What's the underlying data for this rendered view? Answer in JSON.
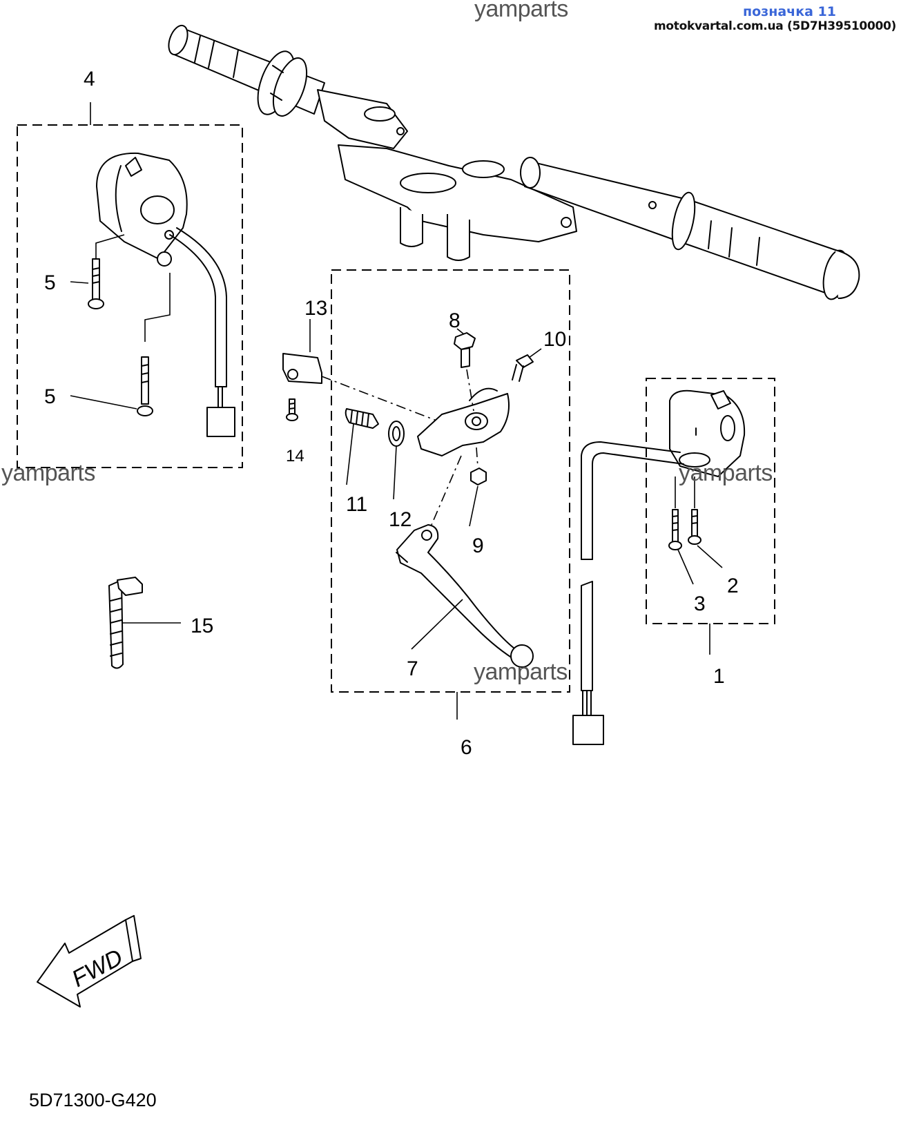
{
  "header": {
    "badge": "позначка 11",
    "site": "motokvartal.com.ua (5D7H39510000)"
  },
  "watermarks": [
    "yamparts",
    "yamparts",
    "yamparts",
    "yamparts"
  ],
  "callouts": {
    "c1": "1",
    "c2": "2",
    "c3": "3",
    "c4": "4",
    "c5a": "5",
    "c5b": "5",
    "c6": "6",
    "c7": "7",
    "c8": "8",
    "c9": "9",
    "c10": "10",
    "c11": "11",
    "c12": "12",
    "c13": "13",
    "c14": "14",
    "c15": "15"
  },
  "direction_arrow": "FWD",
  "drawing_code": "5D71300-G420"
}
